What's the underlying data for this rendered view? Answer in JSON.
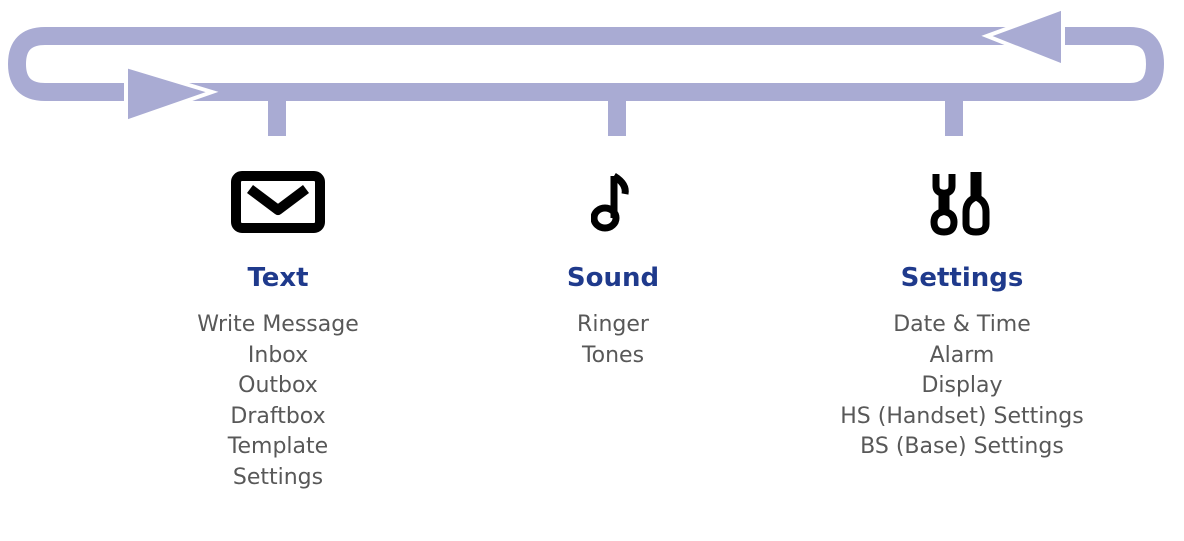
{
  "colors": {
    "flow_line": "#a9abd3",
    "heading": "#1f3a8c",
    "item_text": "#585858",
    "icon": "#000000"
  },
  "menus": [
    {
      "icon": "envelope-icon",
      "title": "Text",
      "items": [
        "Write Message",
        "Inbox",
        "Outbox",
        "Draftbox",
        "Template",
        "Settings"
      ]
    },
    {
      "icon": "music-note-icon",
      "title": "Sound",
      "items": [
        "Ringer",
        "Tones"
      ]
    },
    {
      "icon": "tools-icon",
      "title": "Settings",
      "items": [
        "Date & Time",
        "Alarm",
        "Display",
        "HS (Handset) Settings",
        "BS (Base) Settings"
      ]
    }
  ]
}
